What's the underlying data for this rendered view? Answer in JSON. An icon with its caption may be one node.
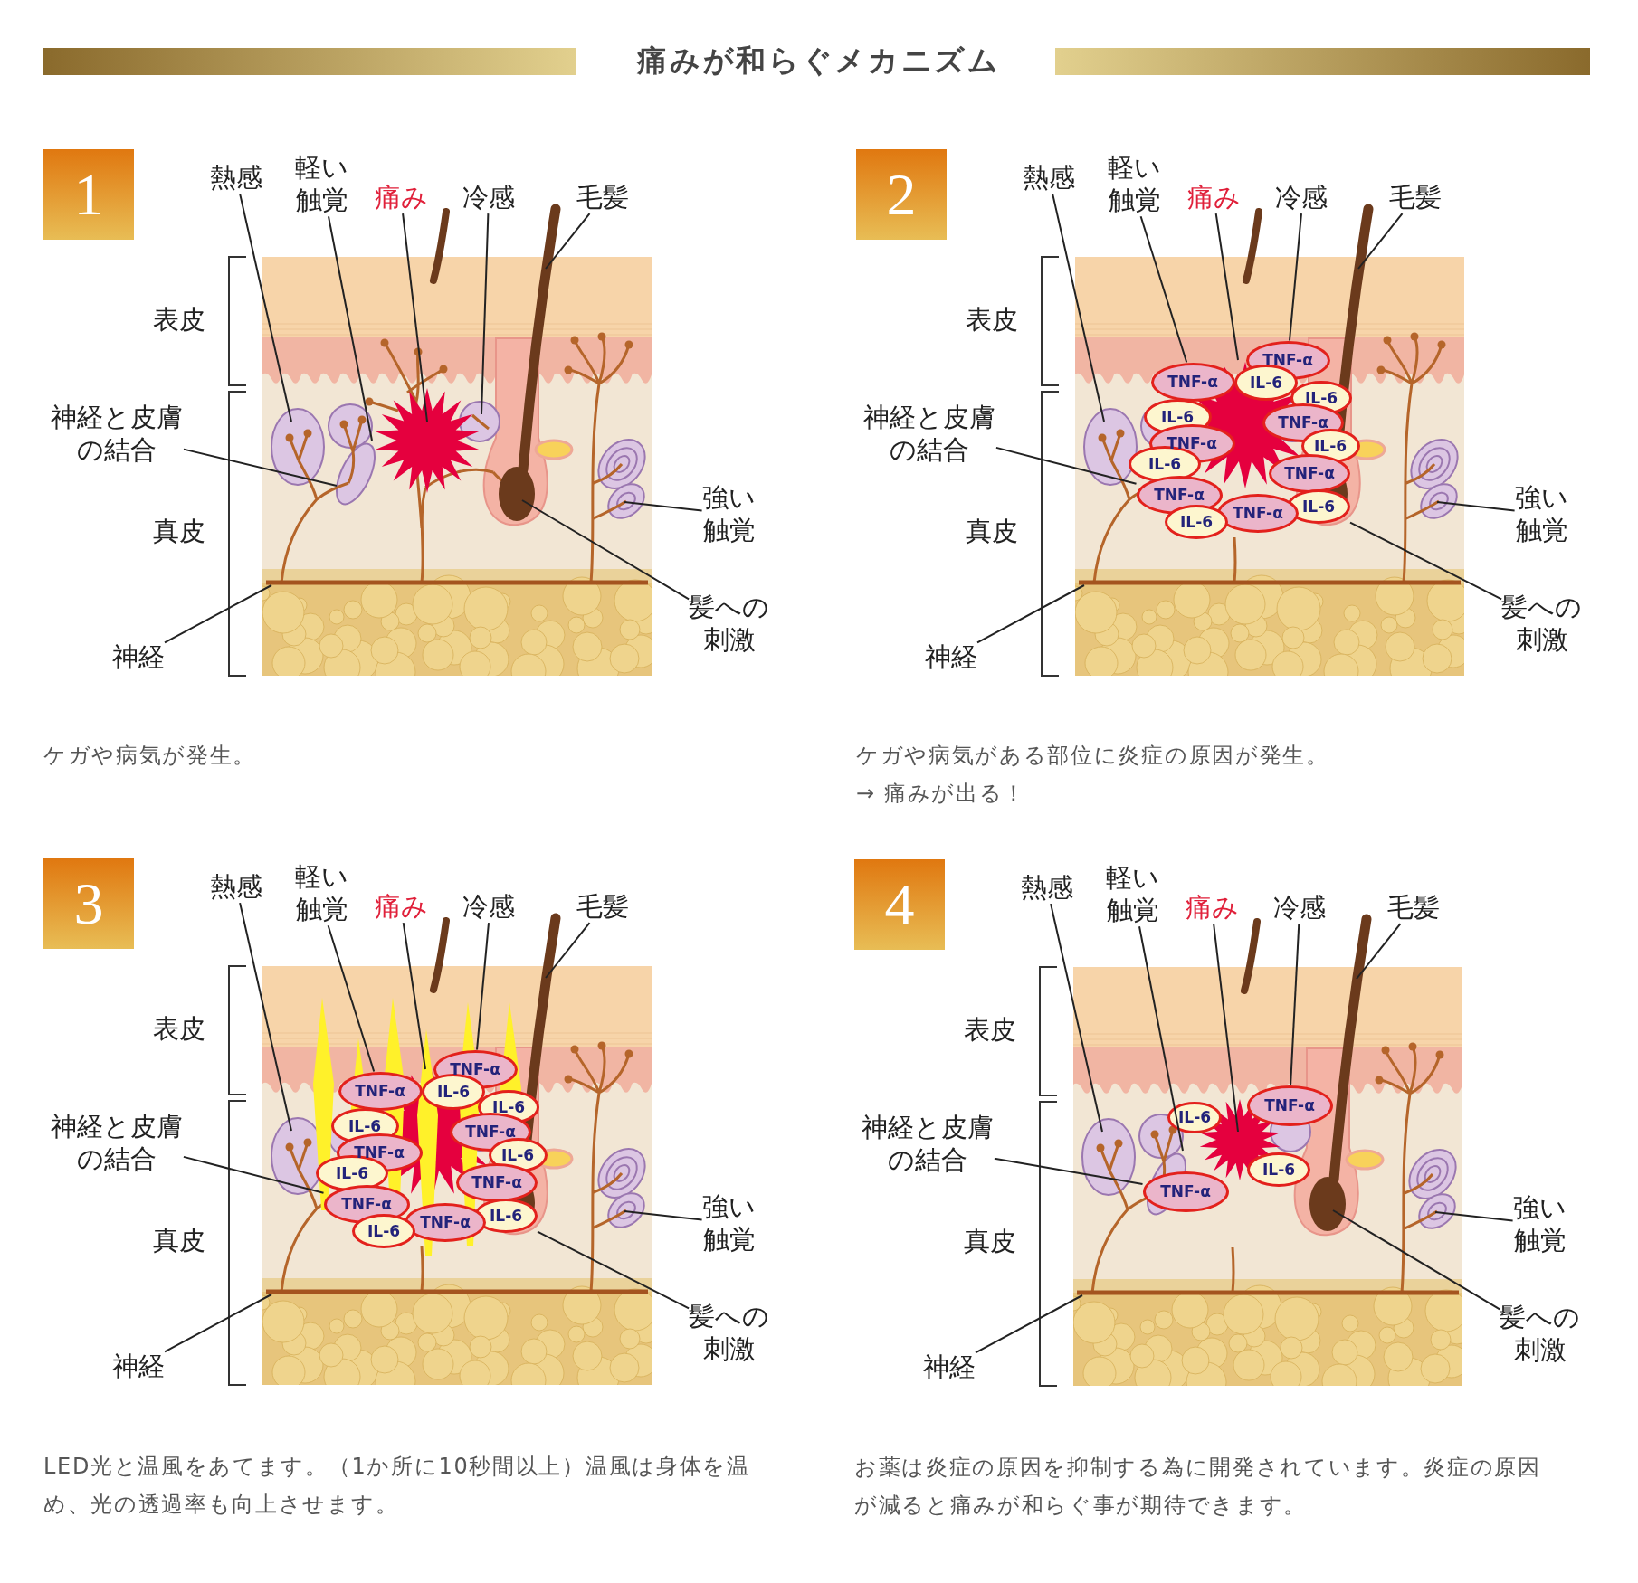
{
  "diagram": {
    "title": "痛みが和らぐメカニズム",
    "nodes": [
      {
        "text": [
          "1"
        ]
      },
      {
        "text": [
          "熱感"
        ]
      },
      {
        "text": [
          "軽い触覚"
        ]
      },
      {
        "text": [
          "痛み"
        ]
      },
      {
        "text": [
          "冷感"
        ]
      },
      {
        "text": [
          "毛髪"
        ]
      },
      {
        "text": [
          "神経と皮膚の結合"
        ]
      },
      {
        "text": [
          "強い触覚"
        ]
      },
      {
        "text": [
          "髪への刺激"
        ]
      },
      {
        "text": [
          "神経"
        ]
      },
      {
        "text": [],
        "shape": "picture"
      },
      {
        "text": [
          "2"
        ]
      },
      {
        "text": [
          "熱感"
        ]
      },
      {
        "text": [
          "軽い触覚"
        ]
      },
      {
        "text": [
          "痛み"
        ]
      },
      {
        "text": [
          "冷感"
        ]
      },
      {
        "text": [
          "毛髪"
        ]
      },
      {
        "text": [
          "神経と皮膚の結合"
        ]
      },
      {
        "text": [
          "強い触覚"
        ]
      },
      {
        "text": [
          "髪への刺激"
        ]
      },
      {
        "text": [
          "神経"
        ]
      },
      {
        "text": [],
        "shape": "picture"
      },
      {
        "text": [
          "TNF-α"
        ],
        "in": 21
      },
      {
        "text": [
          "TNF-α"
        ],
        "in": 21
      },
      {
        "text": [
          "IL-6"
        ],
        "in": 21
      },
      {
        "text": [
          "IL-6"
        ],
        "in": 21
      },
      {
        "text": [
          "IL-6"
        ],
        "in": 21
      },
      {
        "text": [
          "TNF-α"
        ],
        "in": 21
      },
      {
        "text": [
          "TNF-α"
        ],
        "in": 21
      },
      {
        "text": [
          "IL-6"
        ],
        "in": 21
      },
      {
        "text": [
          "IL-6"
        ],
        "in": 21
      },
      {
        "text": [
          "TNF-α"
        ],
        "in": 21
      },
      {
        "text": [
          "TNF-α"
        ],
        "in": 21
      },
      {
        "text": [
          "IL-6"
        ],
        "in": 21
      },
      {
        "text": [
          "TNF-α"
        ],
        "in": 21
      },
      {
        "text": [
          "IL-6"
        ],
        "in": 21
      },
      {
        "text": [
          "3"
        ]
      },
      {
        "text": [
          "熱感"
        ]
      },
      {
        "text": [
          "軽い触覚"
        ]
      },
      {
        "text": [
          "痛み"
        ]
      },
      {
        "text": [
          "冷感"
        ]
      },
      {
        "text": [
          "毛髪"
        ]
      },
      {
        "text": [
          "神経と皮膚の結合"
        ]
      },
      {
        "text": [
          "強い触覚"
        ]
      },
      {
        "text": [
          "髪への刺激"
        ]
      },
      {
        "text": [
          "神経"
        ]
      },
      {
        "text": [],
        "shape": "picture"
      },
      {
        "text": [
          "TNF-α"
        ],
        "in": 46
      },
      {
        "text": [
          "TNF-α"
        ],
        "in": 46
      },
      {
        "text": [
          "IL-6"
        ],
        "in": 46
      },
      {
        "text": [
          "IL-6"
        ],
        "in": 46
      },
      {
        "text": [
          "IL-6"
        ],
        "in": 46
      },
      {
        "text": [
          "TNF-α"
        ],
        "in": 46
      },
      {
        "text": [
          "TNF-α"
        ],
        "in": 46
      },
      {
        "text": [
          "IL-6"
        ],
        "in": 46
      },
      {
        "text": [
          "IL-6"
        ],
        "in": 46
      },
      {
        "text": [
          "TNF-α"
        ],
        "in": 46
      },
      {
        "text": [
          "TNF-α"
        ],
        "in": 46
      },
      {
        "text": [
          "IL-6"
        ],
        "in": 46
      },
      {
        "text": [
          "TNF-α"
        ],
        "in": 46
      },
      {
        "text": [
          "IL-6"
        ],
        "in": 46
      },
      {
        "text": [
          "4"
        ]
      },
      {
        "text": [
          "熱感"
        ]
      },
      {
        "text": [
          "軽い触覚"
        ]
      },
      {
        "text": [
          "痛み"
        ]
      },
      {
        "text": [
          "冷感"
        ]
      },
      {
        "text": [
          "毛髪"
        ]
      },
      {
        "text": [
          "神経と皮膚の結合"
        ]
      },
      {
        "text": [
          "強い触覚"
        ]
      },
      {
        "text": [
          "髪への刺激"
        ]
      },
      {
        "text": [
          "神経"
        ]
      },
      {
        "text": [],
        "shape": "picture"
      },
      {
        "text": [
          "TNF-α"
        ],
        "in": 71
      },
      {
        "text": [
          "IL-6"
        ],
        "in": 71
      },
      {
        "text": [
          "IL-6"
        ],
        "in": 71
      },
      {
        "text": [
          "TNF-α"
        ],
        "in": 71
      }
    ],
    "edges": [
      {
        "from": 1,
        "to": 10,
        "arrow": "none"
      },
      {
        "from": 2,
        "to": 10,
        "arrow": "none"
      },
      {
        "from": 3,
        "to": 10,
        "arrow": "none"
      },
      {
        "from": 4,
        "to": 10,
        "arrow": "none"
      },
      {
        "from": 5,
        "to": 10,
        "arrow": "none"
      },
      {
        "from": 6,
        "to": 10,
        "arrow": "none"
      },
      {
        "from": 7,
        "to": 10,
        "arrow": "none"
      },
      {
        "from": 8,
        "to": 10,
        "arrow": "none"
      },
      {
        "from": 9,
        "to": 10,
        "arrow": "none"
      },
      {
        "from": 12,
        "to": 21,
        "arrow": "none"
      },
      {
        "from": 13,
        "to": 23,
        "arrow": "none"
      },
      {
        "from": 14,
        "to": 21,
        "arrow": "none"
      },
      {
        "from": 15,
        "to": 22,
        "arrow": "none"
      },
      {
        "from": 16,
        "to": 21,
        "arrow": "none"
      },
      {
        "from": 17,
        "to": 32,
        "arrow": "none"
      },
      {
        "from": 18,
        "to": 21,
        "arrow": "none"
      },
      {
        "from": 19,
        "to": 33,
        "arrow": "none"
      },
      {
        "from": 20,
        "to": 21,
        "arrow": "none"
      },
      {
        "from": 37,
        "to": 46,
        "arrow": "none"
      },
      {
        "from": 38,
        "to": 48,
        "arrow": "none"
      },
      {
        "from": 39,
        "to": 46,
        "arrow": "none"
      },
      {
        "from": 40,
        "to": 47,
        "arrow": "none"
      },
      {
        "from": 41,
        "to": 46,
        "arrow": "none"
      },
      {
        "from": 42,
        "to": 57,
        "arrow": "none"
      },
      {
        "from": 43,
        "to": 46,
        "arrow": "none"
      },
      {
        "from": 44,
        "to": 58,
        "arrow": "none"
      },
      {
        "from": 45,
        "to": 46,
        "arrow": "none"
      },
      {
        "from": 62,
        "to": 71,
        "arrow": "none"
      },
      {
        "from": 63,
        "to": 71,
        "arrow": "none"
      },
      {
        "from": 64,
        "to": 71,
        "arrow": "none"
      },
      {
        "from": 65,
        "to": 72,
        "arrow": "none"
      },
      {
        "from": 66,
        "to": 71,
        "arrow": "none"
      },
      {
        "from": 67,
        "to": 75,
        "arrow": "none"
      },
      {
        "from": 68,
        "to": 71,
        "arrow": "none"
      },
      {
        "from": 69,
        "to": 71,
        "arrow": "none"
      },
      {
        "from": 70,
        "to": 71,
        "arrow": "none"
      }
    ],
    "labels": [
      "表皮",
      "真皮",
      "表皮",
      "真皮",
      "ケガや病気が発生。",
      "ケガや病気がある部位に炎症の原因が発生。",
      "→ 痛みが出る！",
      "表皮",
      "真皮",
      "表皮",
      "真皮",
      "LED光と温風をあてます。（1か所に10秒間以上）温風は身体を温め、光の透過率も向上させます。",
      "お薬は炎症の原因を抑制する為に開発されています。炎症の原因が減ると痛みが和らぐ事が期待できます。"
    ]
  }
}
